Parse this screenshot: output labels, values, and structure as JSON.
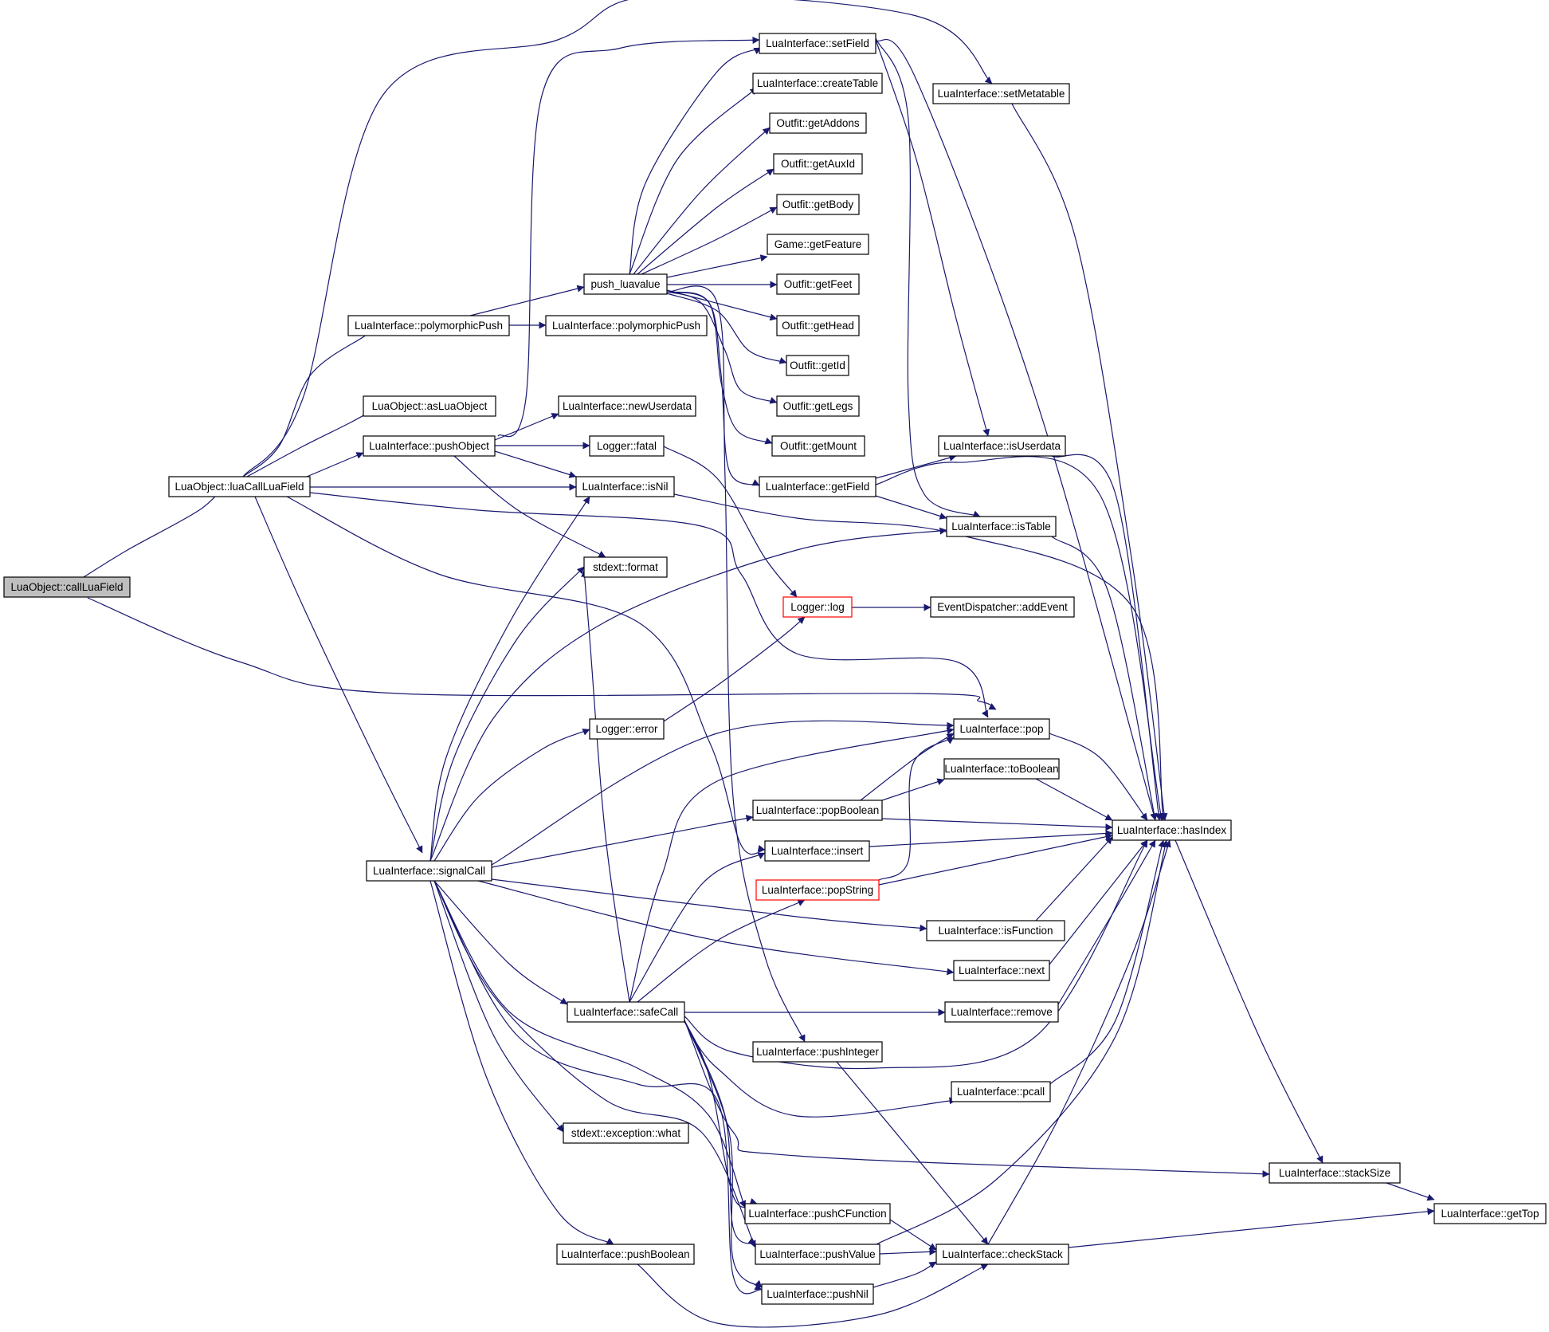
{
  "graph": {
    "edge_color": "#191970",
    "root_fill": "#bfbfbf",
    "highlight_border": "#ff0000",
    "nodes": [
      {
        "id": "callLuaField",
        "label": "LuaObject::callLuaField"
      },
      {
        "id": "luaCallLuaField",
        "label": "LuaObject::luaCallLuaField"
      },
      {
        "id": "polymorphicPush1",
        "label": "LuaInterface::polymorphicPush"
      },
      {
        "id": "asLuaObject",
        "label": "LuaObject::asLuaObject"
      },
      {
        "id": "pushObject",
        "label": "LuaInterface::pushObject"
      },
      {
        "id": "signalCall",
        "label": "LuaInterface::signalCall"
      },
      {
        "id": "push_luavalue",
        "label": "push_luavalue"
      },
      {
        "id": "polymorphicPush2",
        "label": "LuaInterface::polymorphicPush"
      },
      {
        "id": "newUserdata",
        "label": "LuaInterface::newUserdata"
      },
      {
        "id": "fatal",
        "label": "Logger::fatal"
      },
      {
        "id": "isNil",
        "label": "LuaInterface::isNil"
      },
      {
        "id": "format",
        "label": "stdext::format"
      },
      {
        "id": "error",
        "label": "Logger::error"
      },
      {
        "id": "safeCall",
        "label": "LuaInterface::safeCall"
      },
      {
        "id": "what",
        "label": "stdext::exception::what"
      },
      {
        "id": "pushBoolean",
        "label": "LuaInterface::pushBoolean"
      },
      {
        "id": "setField",
        "label": "LuaInterface::setField"
      },
      {
        "id": "createTable",
        "label": "LuaInterface::createTable"
      },
      {
        "id": "getAddons",
        "label": "Outfit::getAddons"
      },
      {
        "id": "getAuxId",
        "label": "Outfit::getAuxId"
      },
      {
        "id": "getBody",
        "label": "Outfit::getBody"
      },
      {
        "id": "getFeature",
        "label": "Game::getFeature"
      },
      {
        "id": "getFeet",
        "label": "Outfit::getFeet"
      },
      {
        "id": "getHead",
        "label": "Outfit::getHead"
      },
      {
        "id": "getId",
        "label": "Outfit::getId"
      },
      {
        "id": "getLegs",
        "label": "Outfit::getLegs"
      },
      {
        "id": "getMount",
        "label": "Outfit::getMount"
      },
      {
        "id": "getField",
        "label": "LuaInterface::getField"
      },
      {
        "id": "log",
        "label": "Logger::log"
      },
      {
        "id": "popBoolean",
        "label": "LuaInterface::popBoolean"
      },
      {
        "id": "insert",
        "label": "LuaInterface::insert"
      },
      {
        "id": "popString",
        "label": "LuaInterface::popString"
      },
      {
        "id": "pushInteger",
        "label": "LuaInterface::pushInteger"
      },
      {
        "id": "pushCFunction",
        "label": "LuaInterface::pushCFunction"
      },
      {
        "id": "pushValue",
        "label": "LuaInterface::pushValue"
      },
      {
        "id": "pushNil",
        "label": "LuaInterface::pushNil"
      },
      {
        "id": "setMetatable",
        "label": "LuaInterface::setMetatable"
      },
      {
        "id": "isUserdata",
        "label": "LuaInterface::isUserdata"
      },
      {
        "id": "isTable",
        "label": "LuaInterface::isTable"
      },
      {
        "id": "addEvent",
        "label": "EventDispatcher::addEvent"
      },
      {
        "id": "pop",
        "label": "LuaInterface::pop"
      },
      {
        "id": "toBoolean",
        "label": "LuaInterface::toBoolean"
      },
      {
        "id": "isFunction",
        "label": "LuaInterface::isFunction"
      },
      {
        "id": "next",
        "label": "LuaInterface::next"
      },
      {
        "id": "remove",
        "label": "LuaInterface::remove"
      },
      {
        "id": "pcall",
        "label": "LuaInterface::pcall"
      },
      {
        "id": "checkStack",
        "label": "LuaInterface::checkStack"
      },
      {
        "id": "hasIndex",
        "label": "LuaInterface::hasIndex"
      },
      {
        "id": "stackSize",
        "label": "LuaInterface::stackSize"
      },
      {
        "id": "getTop",
        "label": "LuaInterface::getTop"
      }
    ]
  }
}
